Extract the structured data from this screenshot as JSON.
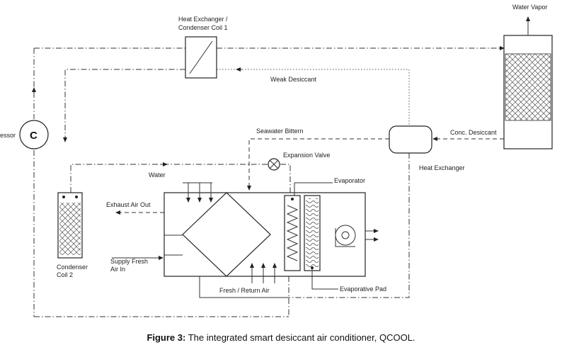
{
  "labels": {
    "heat_exchanger_coil1_l1": "Heat Exchanger /",
    "heat_exchanger_coil1_l2": "Condenser Coil 1",
    "water_vapor": "Water Vapor",
    "weak_desiccant": "Weak Desiccant",
    "compressor_partial": "essor",
    "compressor_symbol": "C",
    "seawater_bittern": "Seawater Bittern",
    "conc_desiccant": "Conc. Desiccant",
    "expansion_valve": "Expansion Valve",
    "heat_exchanger": "Heat Exchanger",
    "water": "Water",
    "evaporator": "Evaporator",
    "exhaust_air_out": "Exhaust Air Out",
    "supply_fresh_air_l1": "Supply Fresh",
    "supply_fresh_air_l2": "Air In",
    "condenser_coil2_l1": "Condenser",
    "condenser_coil2_l2": "Coil 2",
    "fresh_return_air": "Fresh / Return Air",
    "evaporative_pad": "Evaporative Pad"
  },
  "caption": {
    "prefix": "Figure 3:",
    "text": " The integrated smart desiccant air conditioner, QCOOL."
  }
}
